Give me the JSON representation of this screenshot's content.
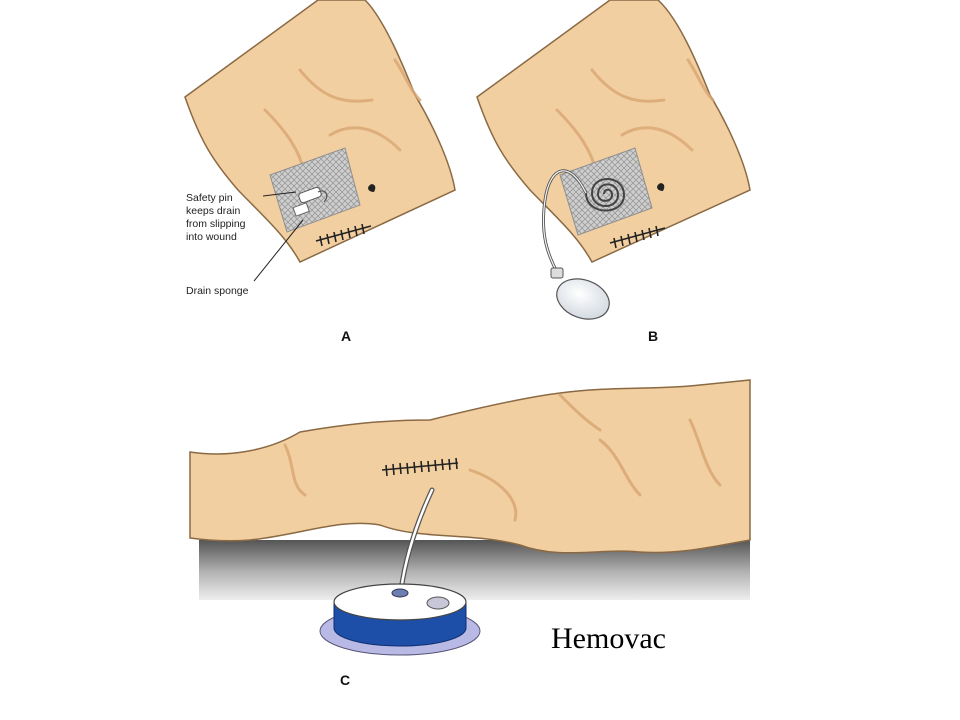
{
  "figure": {
    "panel_a": {
      "letter": "A",
      "callouts": [
        "Safety pin",
        "keeps drain",
        "from slipping",
        "into wound",
        "Drain sponge"
      ]
    },
    "panel_b": {
      "letter": "B"
    },
    "panel_c": {
      "letter": "C"
    },
    "caption": "Hemovac"
  },
  "colors": {
    "skin": "#F2CFA0",
    "skin_outline": "#8A6A45",
    "skin_fold": "#E4B782",
    "gauze": "#C9C9C9",
    "surface_top": "#555555",
    "surface_bottom": "#EDEDED",
    "reservoir_blue": "#1E4FA8",
    "reservoir_lilac": "#B9B9E6",
    "reservoir_white": "#FFFFFF"
  }
}
